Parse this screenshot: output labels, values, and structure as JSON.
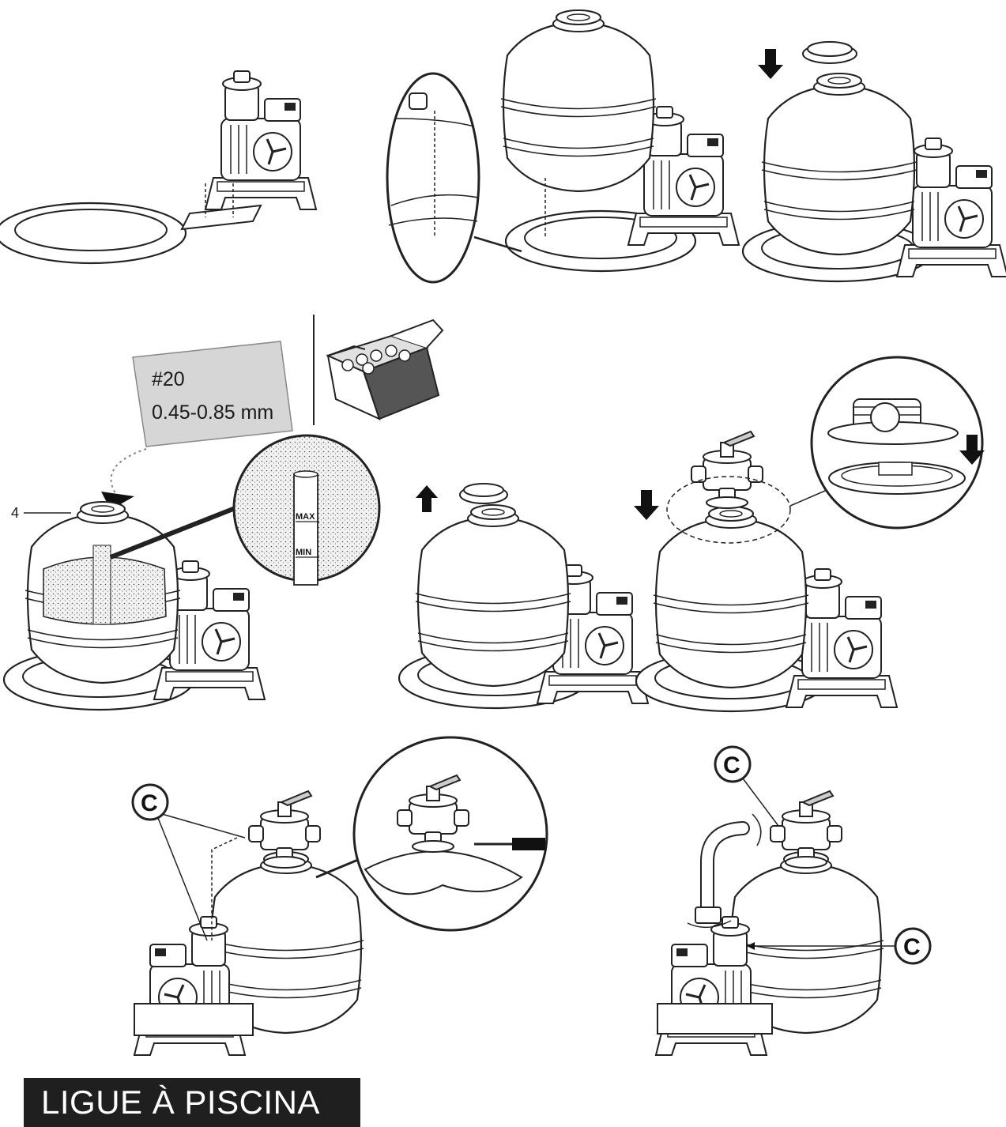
{
  "labels": {
    "sand_grade": "#20",
    "sand_size": "0.45-0.85 mm",
    "part_number": "4",
    "gauge_max": "MAX",
    "gauge_min": "MIN",
    "callout_letter": "C"
  },
  "banner": {
    "title": "LIGUE À PISCINA"
  },
  "colors": {
    "line": "#222222",
    "banner_background": "#1f1f1f",
    "banner_text": "#ffffff",
    "bag_fill": "#d6d6d6",
    "box_dark": "#555555",
    "sand_fill": "#e8e8e8"
  }
}
